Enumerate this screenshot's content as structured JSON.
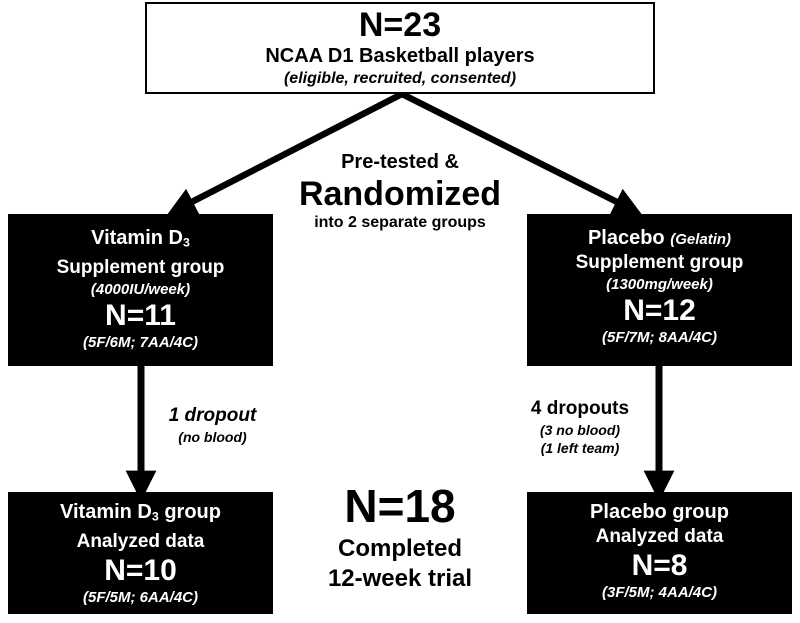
{
  "top": {
    "n": "N=23",
    "title": "NCAA D1 Basketball players",
    "note": "(eligible, recruited, consented)"
  },
  "middle": {
    "line1": "Pre-tested &",
    "line2": "Randomized",
    "line3": "into 2 separate groups"
  },
  "left_group": {
    "title_prefix": "Vitamin D",
    "title_sub": "3",
    "subtitle": "Supplement group",
    "dose": "(4000IU/week)",
    "n": "N=11",
    "demographics": "(5F/6M; 7AA/4C)"
  },
  "right_group": {
    "title": "Placebo",
    "title_note": "(Gelatin)",
    "subtitle": "Supplement group",
    "dose": "(1300mg/week)",
    "n": "N=12",
    "demographics": "(5F/7M; 8AA/4C)"
  },
  "left_dropout": {
    "count": "1 dropout",
    "reason": "(no blood)"
  },
  "right_dropout": {
    "count": "4 dropouts",
    "reason1": "(3 no blood)",
    "reason2": "(1 left team)"
  },
  "left_analyzed": {
    "title_prefix": "Vitamin D",
    "title_sub": "3",
    "title_suffix": "group",
    "subtitle": "Analyzed data",
    "n": "N=10",
    "demographics": "(5F/5M; 6AA/4C)"
  },
  "right_analyzed": {
    "title": "Placebo group",
    "subtitle": "Analyzed data",
    "n": "N=8",
    "demographics": "(3F/5M; 4AA/4C)"
  },
  "completed": {
    "n": "N=18",
    "line1": "Completed",
    "line2": "12-week trial"
  }
}
